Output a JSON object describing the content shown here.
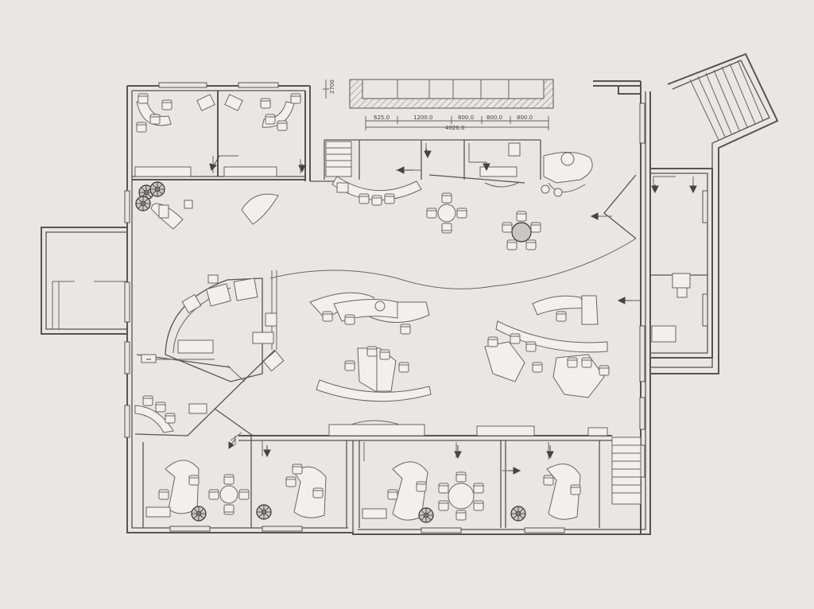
{
  "drawing": {
    "dimensions": {
      "vertical": "2700",
      "segments": [
        "625.0",
        "1200.0",
        "800.0",
        "800.0",
        "800.0"
      ],
      "total": "4026.0"
    },
    "colors": {
      "background": "#e9e6e4",
      "line": "#555555",
      "fill": "#f2f0ee",
      "plant": "#c9c6c4"
    }
  }
}
